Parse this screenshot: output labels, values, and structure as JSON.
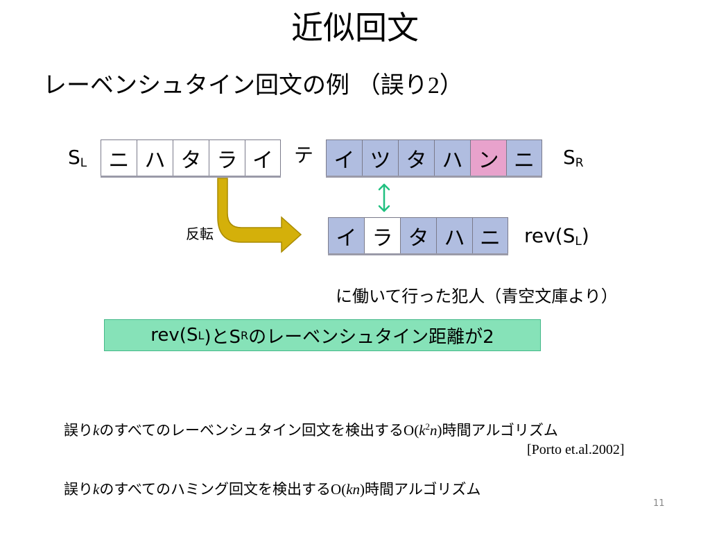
{
  "slide": {
    "title": "近似回文",
    "subtitle": {
      "text": "レーベンシュタイン回文の例 （誤り",
      "num": "2",
      "close": "）"
    }
  },
  "diagram": {
    "sl_label": {
      "main": "S",
      "sub": "L"
    },
    "sr_label": {
      "main": "S",
      "sub": "R"
    },
    "sl_cells": [
      "ニ",
      "ハ",
      "タ",
      "ラ",
      "イ"
    ],
    "center_char": "テ",
    "sr_cells": [
      {
        "char": "イ",
        "color": "#b0bde0"
      },
      {
        "char": "ツ",
        "color": "#b0bde0"
      },
      {
        "char": "タ",
        "color": "#b0bde0"
      },
      {
        "char": "ハ",
        "color": "#b0bde0"
      },
      {
        "char": "ン",
        "color": "#e8a2cc"
      },
      {
        "char": "ニ",
        "color": "#b0bde0"
      }
    ],
    "rev_cells": [
      {
        "char": "イ",
        "color": "#b0bde0"
      },
      {
        "char": "ラ",
        "color": "#ffffff"
      },
      {
        "char": "タ",
        "color": "#b0bde0"
      },
      {
        "char": "ハ",
        "color": "#b0bde0"
      },
      {
        "char": "ニ",
        "color": "#b0bde0"
      }
    ],
    "reverse_label": "反転",
    "rev_label": {
      "pre": "rev(S",
      "sub": "L",
      "post": ")"
    },
    "arrow_color": "#d4b00a",
    "double_arrow_color": "#20c080",
    "source_text": "に働いて行った犯人（青空文庫より）"
  },
  "result_box": {
    "part1": "rev(S",
    "sub1": "L",
    "part2": ")とS",
    "sub2": "R",
    "part3": "のレーベンシュタイン距離が2",
    "color": "#86e2b8"
  },
  "notes": {
    "line1": {
      "pre": "誤り",
      "k": "k",
      "mid": "のすべてのレーベンシュタイン回文を検出する",
      "o_open": "O(",
      "k2": "k",
      "sup": "2",
      "n": "n",
      "o_close": ")",
      "post": "時間アルゴリズム"
    },
    "citation": "[Porto et.al.2002]",
    "line2": {
      "pre": "誤り",
      "k": "k",
      "mid": "のすべてのハミング回文を検出する",
      "o_open": "O(",
      "kn": "kn",
      "o_close": ")",
      "post": "時間アルゴリズム"
    }
  },
  "page_number": "11"
}
